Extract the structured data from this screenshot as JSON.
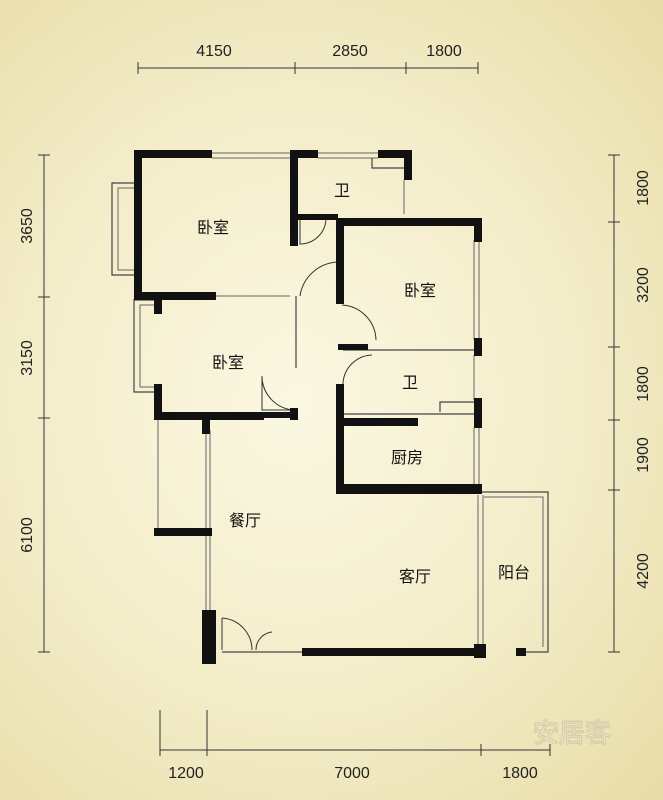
{
  "dimensions": {
    "top": [
      "4150",
      "2850",
      "1800"
    ],
    "left": [
      "3650",
      "3150",
      "6100"
    ],
    "right": [
      "1800",
      "3200",
      "1800",
      "1900",
      "4200"
    ],
    "bottom": [
      "1200",
      "7000",
      "1800"
    ]
  },
  "rooms": {
    "bedroom_master": "卧室",
    "bathroom_top": "卫",
    "bedroom_right": "卧室",
    "bedroom_left": "卧室",
    "bathroom_mid": "卫",
    "kitchen": "厨房",
    "dining": "餐厅",
    "living": "客厅",
    "balcony": "阳台"
  },
  "watermark": "安居客",
  "colors": {
    "wall": "#111111",
    "background": "#f5efcf"
  }
}
